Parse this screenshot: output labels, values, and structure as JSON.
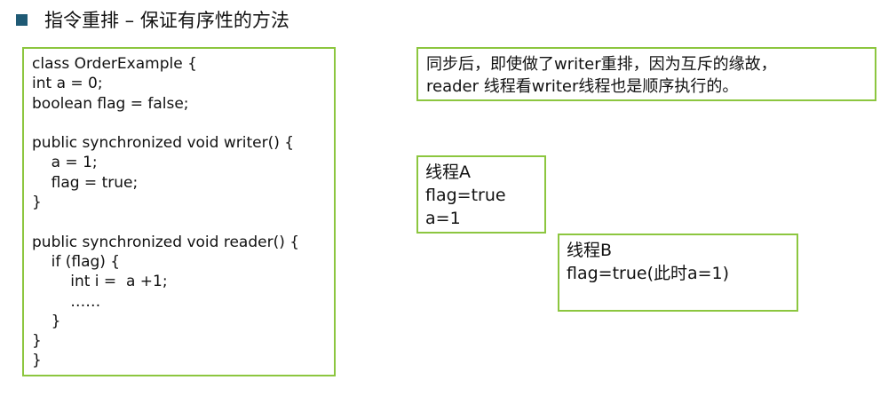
{
  "header": {
    "title": "指令重排 – 保证有序性的方法"
  },
  "code": {
    "lines": [
      "class OrderExample {",
      "int a = 0;",
      "boolean flag = false;",
      "",
      "public synchronized void writer() {",
      "    a = 1;",
      "    flag = true;",
      "}",
      "",
      "public synchronized void reader() {",
      "    if (flag) {",
      "        int i =  a +1;",
      "        ……",
      "    }",
      "}",
      "}"
    ]
  },
  "note": {
    "lines": [
      "同步后，即使做了writer重排，因为互斥的缘故，",
      "reader 线程看writer线程也是顺序执行的。"
    ]
  },
  "thread_a": {
    "title": "线程A",
    "lines": [
      "flag=true",
      "a=1"
    ]
  },
  "thread_b": {
    "title": "线程B",
    "lines": [
      "flag=true(此时a=1)"
    ]
  },
  "colors": {
    "box_border": "#8cc63f",
    "bullet": "#1f5a75"
  }
}
